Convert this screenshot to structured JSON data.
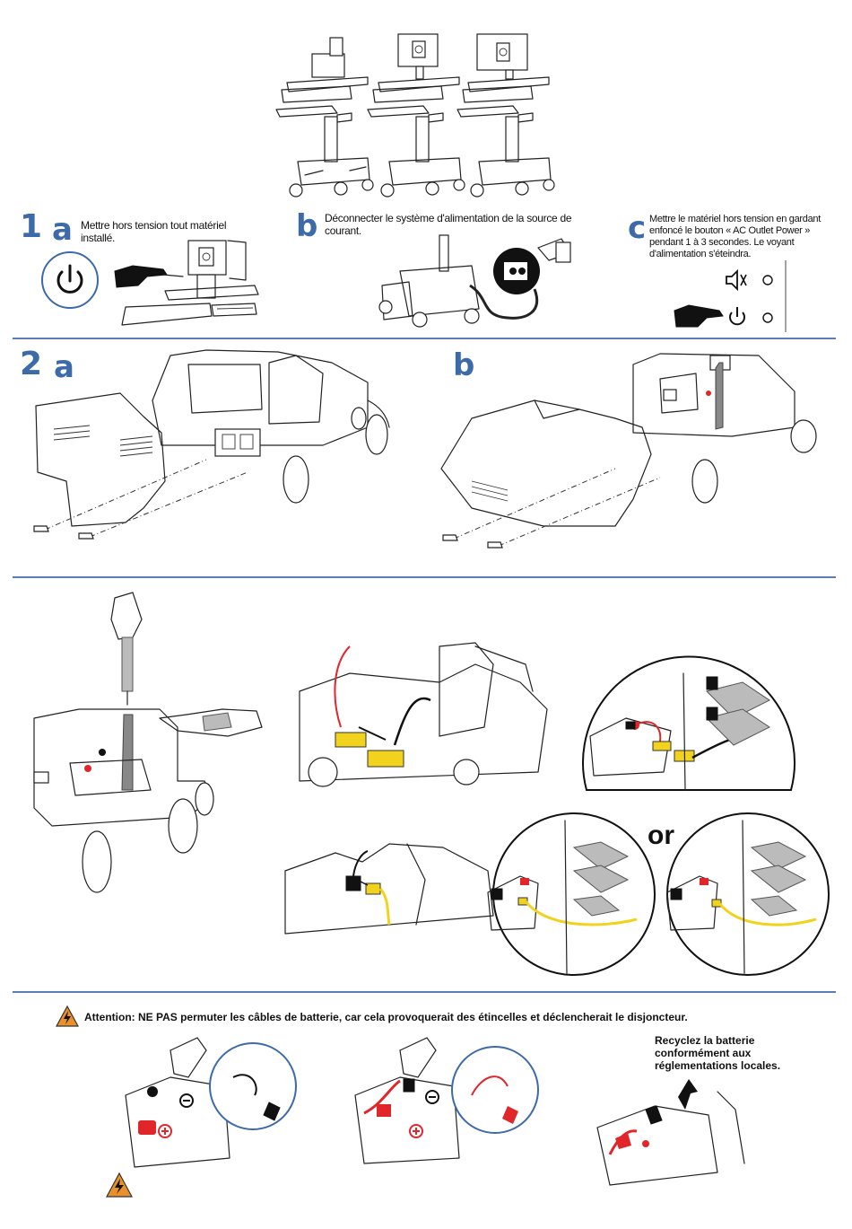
{
  "step1": {
    "number": "1",
    "a": {
      "letter": "a",
      "text": "Mettre hors tension tout matériel installé."
    },
    "b": {
      "letter": "b",
      "text": "Déconnecter le système d'alimentation de la source de courant."
    },
    "c": {
      "letter": "c",
      "text": "Mettre le matériel hors tension en gardant enfoncé le bouton « AC Outlet Power » pendant 1 à 3 secondes. Le voyant d'alimentation s'éteindra."
    }
  },
  "step2": {
    "number": "2",
    "a": {
      "letter": "a"
    },
    "b": {
      "letter": "b"
    }
  },
  "step3": {
    "or_label": "or"
  },
  "warning": {
    "text": "Attention: NE PAS permuter les câbles de batterie, car cela provoquerait des étincelles et déclencherait le disjoncteur.",
    "recycle_text": "Recyclez la batterie conformément aux réglementations locales."
  },
  "icons": [
    "power-icon",
    "mute-icon",
    "warning-icon",
    "plug-icon",
    "hand-icon",
    "screwdriver-icon"
  ],
  "colors": {
    "accent": "#3d6aa8",
    "rule": "#5a7fb4",
    "warning": "#e8912b",
    "cable_red": "#e0252b",
    "connector_yellow": "#f1d31d"
  }
}
